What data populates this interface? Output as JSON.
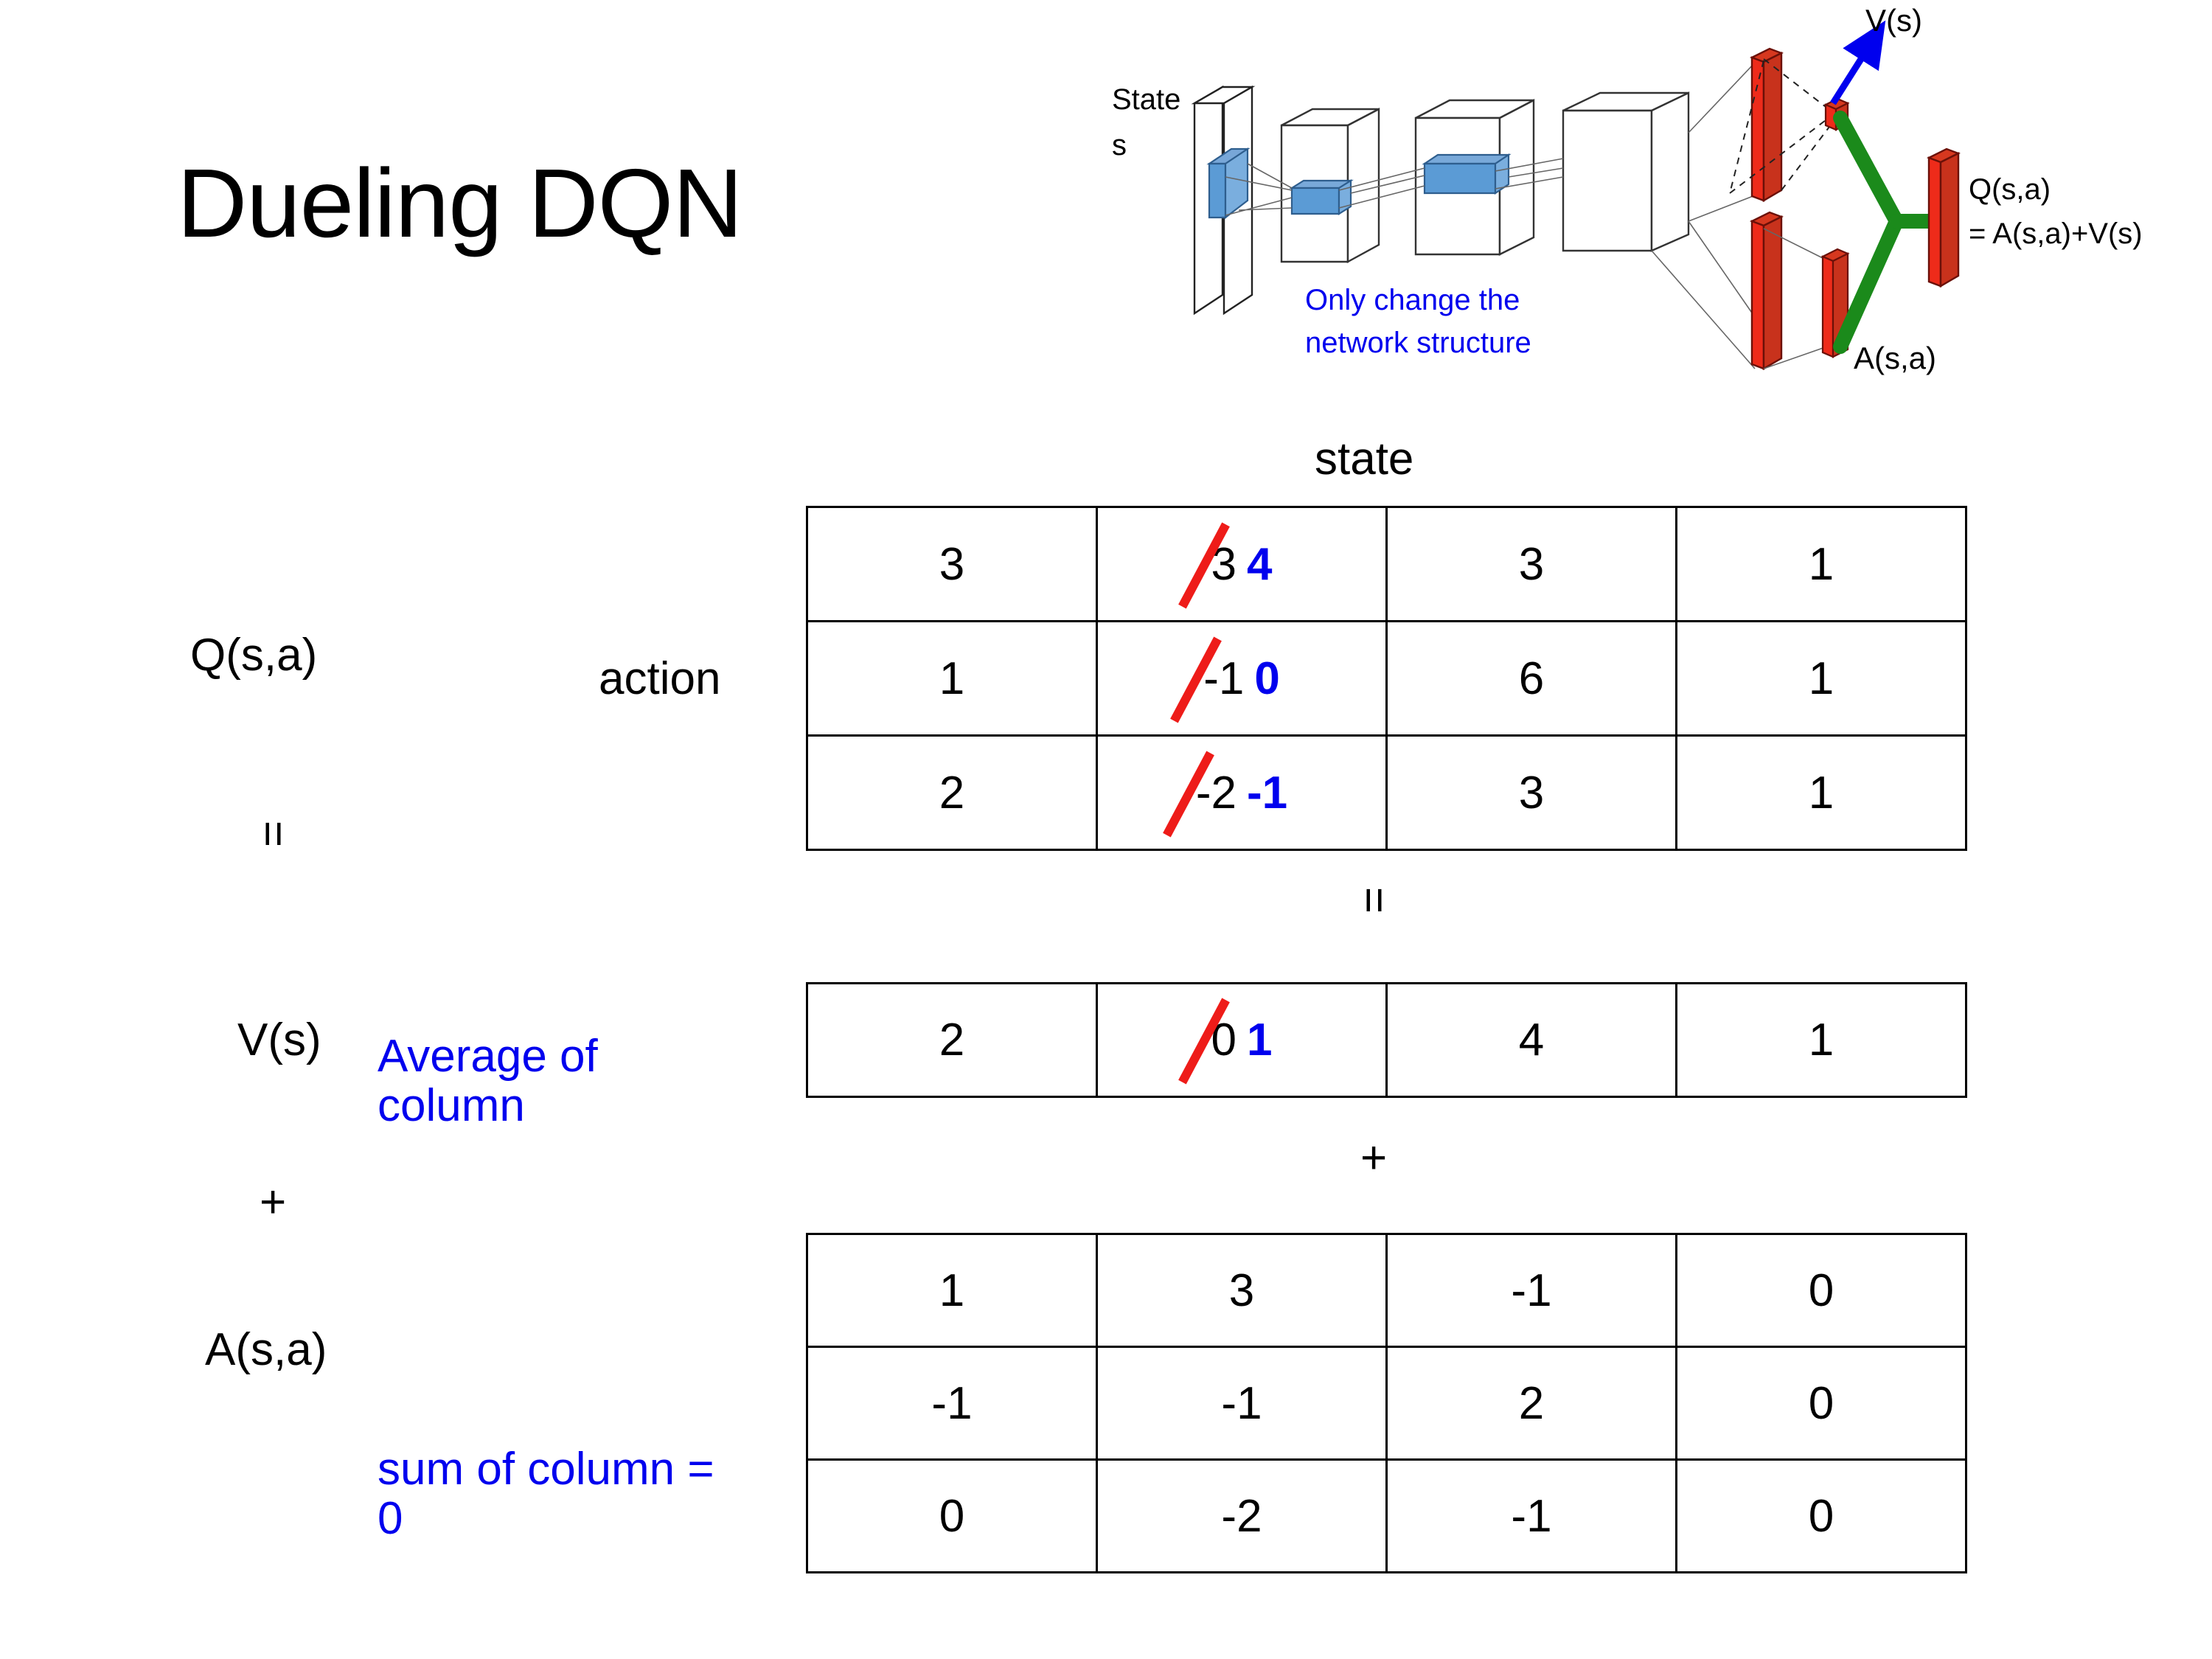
{
  "slide": {
    "title": "Dueling DQN"
  },
  "diagram": {
    "input_label_line1": "State",
    "input_label_line2": "s",
    "note_line1": "Only change the",
    "note_line2": "network structure",
    "value_stream_label": "V(s)",
    "advantage_stream_label": "A(s,a)",
    "output_label_line1": "Q(s,a)",
    "output_label_line2": "= A(s,a)+V(s)",
    "colors": {
      "note": "#0000EE",
      "arrow": "#0000EE",
      "bar": "#EE2B1A",
      "merge": "#1B8A1B",
      "filter": "#5B9BD5"
    }
  },
  "axes": {
    "state_label": "state",
    "action_label": "action"
  },
  "labels": {
    "q_label": "Q(s,a)",
    "v_label": "V(s)",
    "a_label": "A(s,a)",
    "avg_note": "Average of column",
    "sum_note": "sum of column = 0",
    "equals_left": "=",
    "plus_left": "+",
    "equals_mid": "=",
    "plus_mid": "+"
  },
  "colors": {
    "annotation_blue": "#0000EE",
    "strike_red": "#EE1C19",
    "text_black": "#000000"
  },
  "chart_data": {
    "type": "table",
    "title": "Dueling DQN value/advantage decomposition",
    "xlabel": "state",
    "ylabel": "action",
    "tables": [
      {
        "name": "Q(s,a)",
        "rows": 3,
        "cols": 4,
        "cells": [
          [
            {
              "value": "3"
            },
            {
              "value": "3",
              "struck": true,
              "replacement": "4"
            },
            {
              "value": "3"
            },
            {
              "value": "1"
            }
          ],
          [
            {
              "value": "1"
            },
            {
              "value": "-1",
              "struck": true,
              "replacement": "0"
            },
            {
              "value": "6"
            },
            {
              "value": "1"
            }
          ],
          [
            {
              "value": "2"
            },
            {
              "value": "-2",
              "struck": true,
              "replacement": "-1"
            },
            {
              "value": "3"
            },
            {
              "value": "1"
            }
          ]
        ]
      },
      {
        "name": "V(s)",
        "rows": 1,
        "cols": 4,
        "cells": [
          [
            {
              "value": "2"
            },
            {
              "value": "0",
              "struck": true,
              "replacement": "1"
            },
            {
              "value": "4"
            },
            {
              "value": "1"
            }
          ]
        ]
      },
      {
        "name": "A(s,a)",
        "rows": 3,
        "cols": 4,
        "cells": [
          [
            {
              "value": "1"
            },
            {
              "value": "3"
            },
            {
              "value": "-1"
            },
            {
              "value": "0"
            }
          ],
          [
            {
              "value": "-1"
            },
            {
              "value": "-1"
            },
            {
              "value": "2"
            },
            {
              "value": "0"
            }
          ],
          [
            {
              "value": "0"
            },
            {
              "value": "-2"
            },
            {
              "value": "-1"
            },
            {
              "value": "0"
            }
          ]
        ]
      }
    ],
    "relation": "Q(s,a) = V(s) + A(s,a)"
  }
}
